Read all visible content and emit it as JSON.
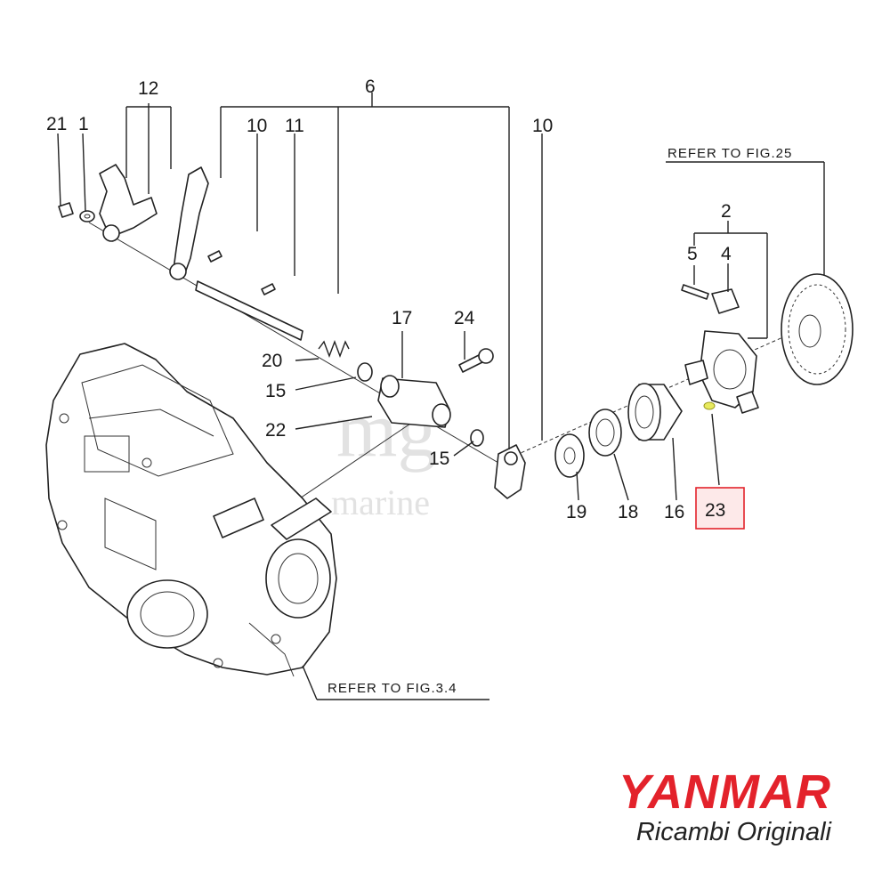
{
  "callouts": {
    "c1": "1",
    "c2": "2",
    "c4": "4",
    "c5": "5",
    "c6": "6",
    "c10a": "10",
    "c10b": "10",
    "c11": "11",
    "c12": "12",
    "c15a": "15",
    "c15b": "15",
    "c16": "16",
    "c17": "17",
    "c18": "18",
    "c19": "19",
    "c20": "20",
    "c21": "21",
    "c22": "22",
    "c23": "23",
    "c24": "24"
  },
  "references": {
    "fig25": "REFER TO FIG.25",
    "fig34": "REFER TO FIG.3.4"
  },
  "highlight": {
    "part": "23",
    "color": "#e3222b"
  },
  "watermark": {
    "line1": "mg",
    "line2": "marine"
  },
  "brand": {
    "name": "YANMAR",
    "subtitle": "Ricambi Originali",
    "color": "#e3222b"
  }
}
